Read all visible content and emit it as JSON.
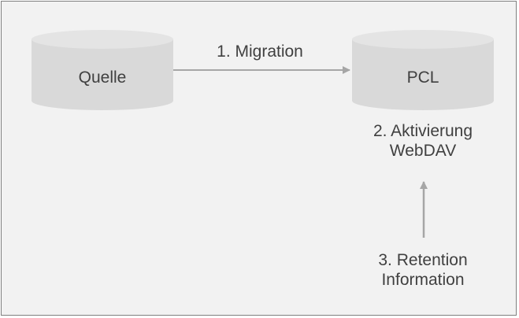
{
  "nodes": {
    "source": {
      "label": "Quelle"
    },
    "pcl": {
      "label": "PCL"
    }
  },
  "steps": {
    "migration": "1. Migration",
    "activation": [
      "2. Aktivierung",
      "WebDAV"
    ],
    "retention": [
      "3. Retention",
      "Information"
    ]
  },
  "colors": {
    "background": "#f2f2f2",
    "border": "#7f7f7f",
    "cylinder_fill": "#d9d9d9",
    "cylinder_top": "#e2e2e2",
    "arrow": "#a6a6a6",
    "text": "#404040"
  }
}
